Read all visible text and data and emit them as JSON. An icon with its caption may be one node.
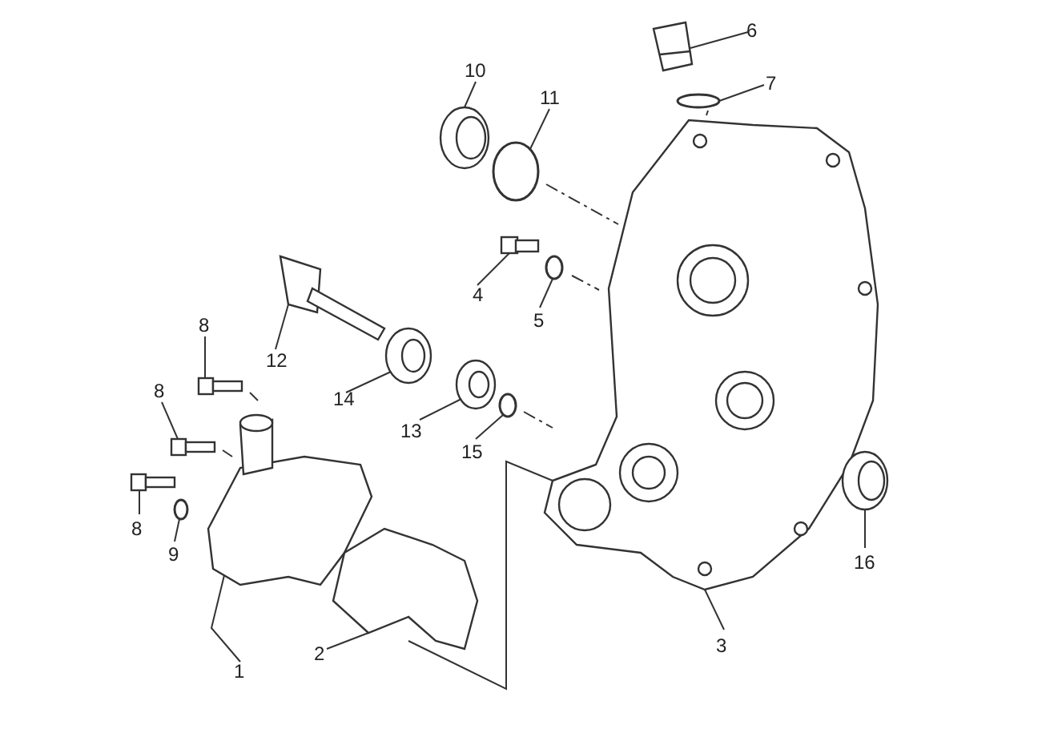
{
  "diagram": {
    "nodes": [
      {
        "text": [
          "6"
        ]
      },
      {
        "text": [
          "10"
        ]
      },
      {
        "text": [
          "7"
        ]
      },
      {
        "text": [
          "11"
        ]
      },
      {
        "text": [
          "4"
        ]
      },
      {
        "text": [
          "5"
        ]
      },
      {
        "text": [
          "8"
        ]
      },
      {
        "text": [
          "12"
        ]
      },
      {
        "text": [
          "14"
        ]
      },
      {
        "text": [
          "8"
        ]
      },
      {
        "text": [
          "13"
        ]
      },
      {
        "text": [
          "15"
        ]
      },
      {
        "text": [
          "8"
        ]
      },
      {
        "text": [
          "9"
        ]
      },
      {
        "text": [
          "16"
        ]
      },
      {
        "text": [
          "3"
        ]
      },
      {
        "text": [
          "2"
        ]
      },
      {
        "text": [
          "1"
        ]
      },
      {
        "text": [],
        "shape": "picture"
      },
      {
        "text": [],
        "shape": "picture"
      },
      {
        "text": [],
        "shape": "circle"
      },
      {
        "text": [],
        "shape": "circle"
      },
      {
        "text": [],
        "shape": "picture"
      },
      {
        "text": [],
        "shape": "circle"
      },
      {
        "text": [],
        "shape": "picture"
      },
      {
        "text": [],
        "shape": "picture"
      },
      {
        "text": [],
        "shape": "picture"
      },
      {
        "text": [],
        "shape": "picture"
      },
      {
        "text": [],
        "shape": "picture"
      },
      {
        "text": [],
        "shape": "circle"
      },
      {
        "text": [],
        "shape": "picture"
      },
      {
        "text": [],
        "shape": "circle"
      },
      {
        "text": [],
        "shape": "picture"
      },
      {
        "text": [],
        "shape": "picture"
      },
      {
        "text": [],
        "shape": "picture"
      },
      {
        "text": [],
        "shape": "picture"
      }
    ],
    "edges": [
      {
        "from": 0,
        "to": 18,
        "arrow": "none"
      },
      {
        "from": 1,
        "to": 19,
        "arrow": "none"
      },
      {
        "from": 2,
        "to": 20,
        "arrow": "none"
      },
      {
        "from": 3,
        "to": 21,
        "arrow": "none"
      },
      {
        "from": 4,
        "to": 22,
        "arrow": "none"
      },
      {
        "from": 5,
        "to": 23,
        "arrow": "none"
      },
      {
        "from": 6,
        "to": 25,
        "arrow": "none"
      },
      {
        "from": 7,
        "to": 24,
        "arrow": "none"
      },
      {
        "from": 8,
        "to": 26,
        "arrow": "none"
      },
      {
        "from": 9,
        "to": 27,
        "arrow": "none"
      },
      {
        "from": 10,
        "to": 28,
        "arrow": "none"
      },
      {
        "from": 11,
        "to": 29,
        "arrow": "none"
      },
      {
        "from": 12,
        "to": 30,
        "arrow": "none"
      },
      {
        "from": 13,
        "to": 31,
        "arrow": "none"
      },
      {
        "from": 14,
        "to": 32,
        "arrow": "none"
      },
      {
        "from": 15,
        "to": 35,
        "arrow": "none"
      },
      {
        "from": 16,
        "to": 34,
        "arrow": "none"
      },
      {
        "from": 17,
        "to": 33,
        "arrow": "none"
      }
    ]
  }
}
